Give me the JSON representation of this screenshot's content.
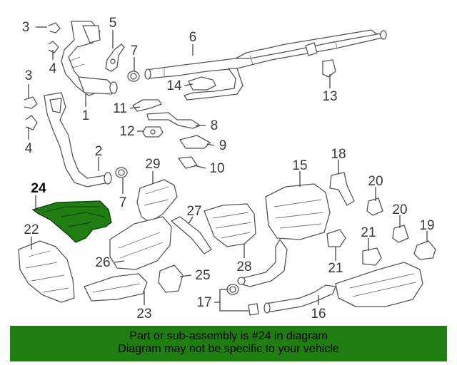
{
  "diagram": {
    "callouts": [
      {
        "id": "c3a",
        "text": "3"
      },
      {
        "id": "c4a",
        "text": "4"
      },
      {
        "id": "c5",
        "text": "5"
      },
      {
        "id": "c6",
        "text": "6"
      },
      {
        "id": "c7a",
        "text": "7"
      },
      {
        "id": "c3b",
        "text": "3"
      },
      {
        "id": "c4b",
        "text": "4"
      },
      {
        "id": "c1",
        "text": "1"
      },
      {
        "id": "c14",
        "text": "14"
      },
      {
        "id": "c13",
        "text": "13"
      },
      {
        "id": "c11",
        "text": "11"
      },
      {
        "id": "c8",
        "text": "8"
      },
      {
        "id": "c12",
        "text": "12"
      },
      {
        "id": "c9",
        "text": "9"
      },
      {
        "id": "c10",
        "text": "10"
      },
      {
        "id": "c2",
        "text": "2"
      },
      {
        "id": "c29",
        "text": "29"
      },
      {
        "id": "c7b",
        "text": "7"
      },
      {
        "id": "c24",
        "text": "24"
      },
      {
        "id": "c15",
        "text": "15"
      },
      {
        "id": "c18",
        "text": "18"
      },
      {
        "id": "c20a",
        "text": "20"
      },
      {
        "id": "c20b",
        "text": "20"
      },
      {
        "id": "c19",
        "text": "19"
      },
      {
        "id": "c27",
        "text": "27"
      },
      {
        "id": "c22",
        "text": "22"
      },
      {
        "id": "c21a",
        "text": "21"
      },
      {
        "id": "c21b",
        "text": "21"
      },
      {
        "id": "c26",
        "text": "26"
      },
      {
        "id": "c28",
        "text": "28"
      },
      {
        "id": "c25",
        "text": "25"
      },
      {
        "id": "c17",
        "text": "17"
      },
      {
        "id": "c23",
        "text": "23"
      },
      {
        "id": "c16",
        "text": "16"
      }
    ],
    "highlight_color": "#1f7d12"
  },
  "banner": {
    "line1": "Part or sub-assembly is #24 in diagram",
    "line2": "Diagram may not be specific to your vehicle",
    "background": "#1f7d12"
  }
}
